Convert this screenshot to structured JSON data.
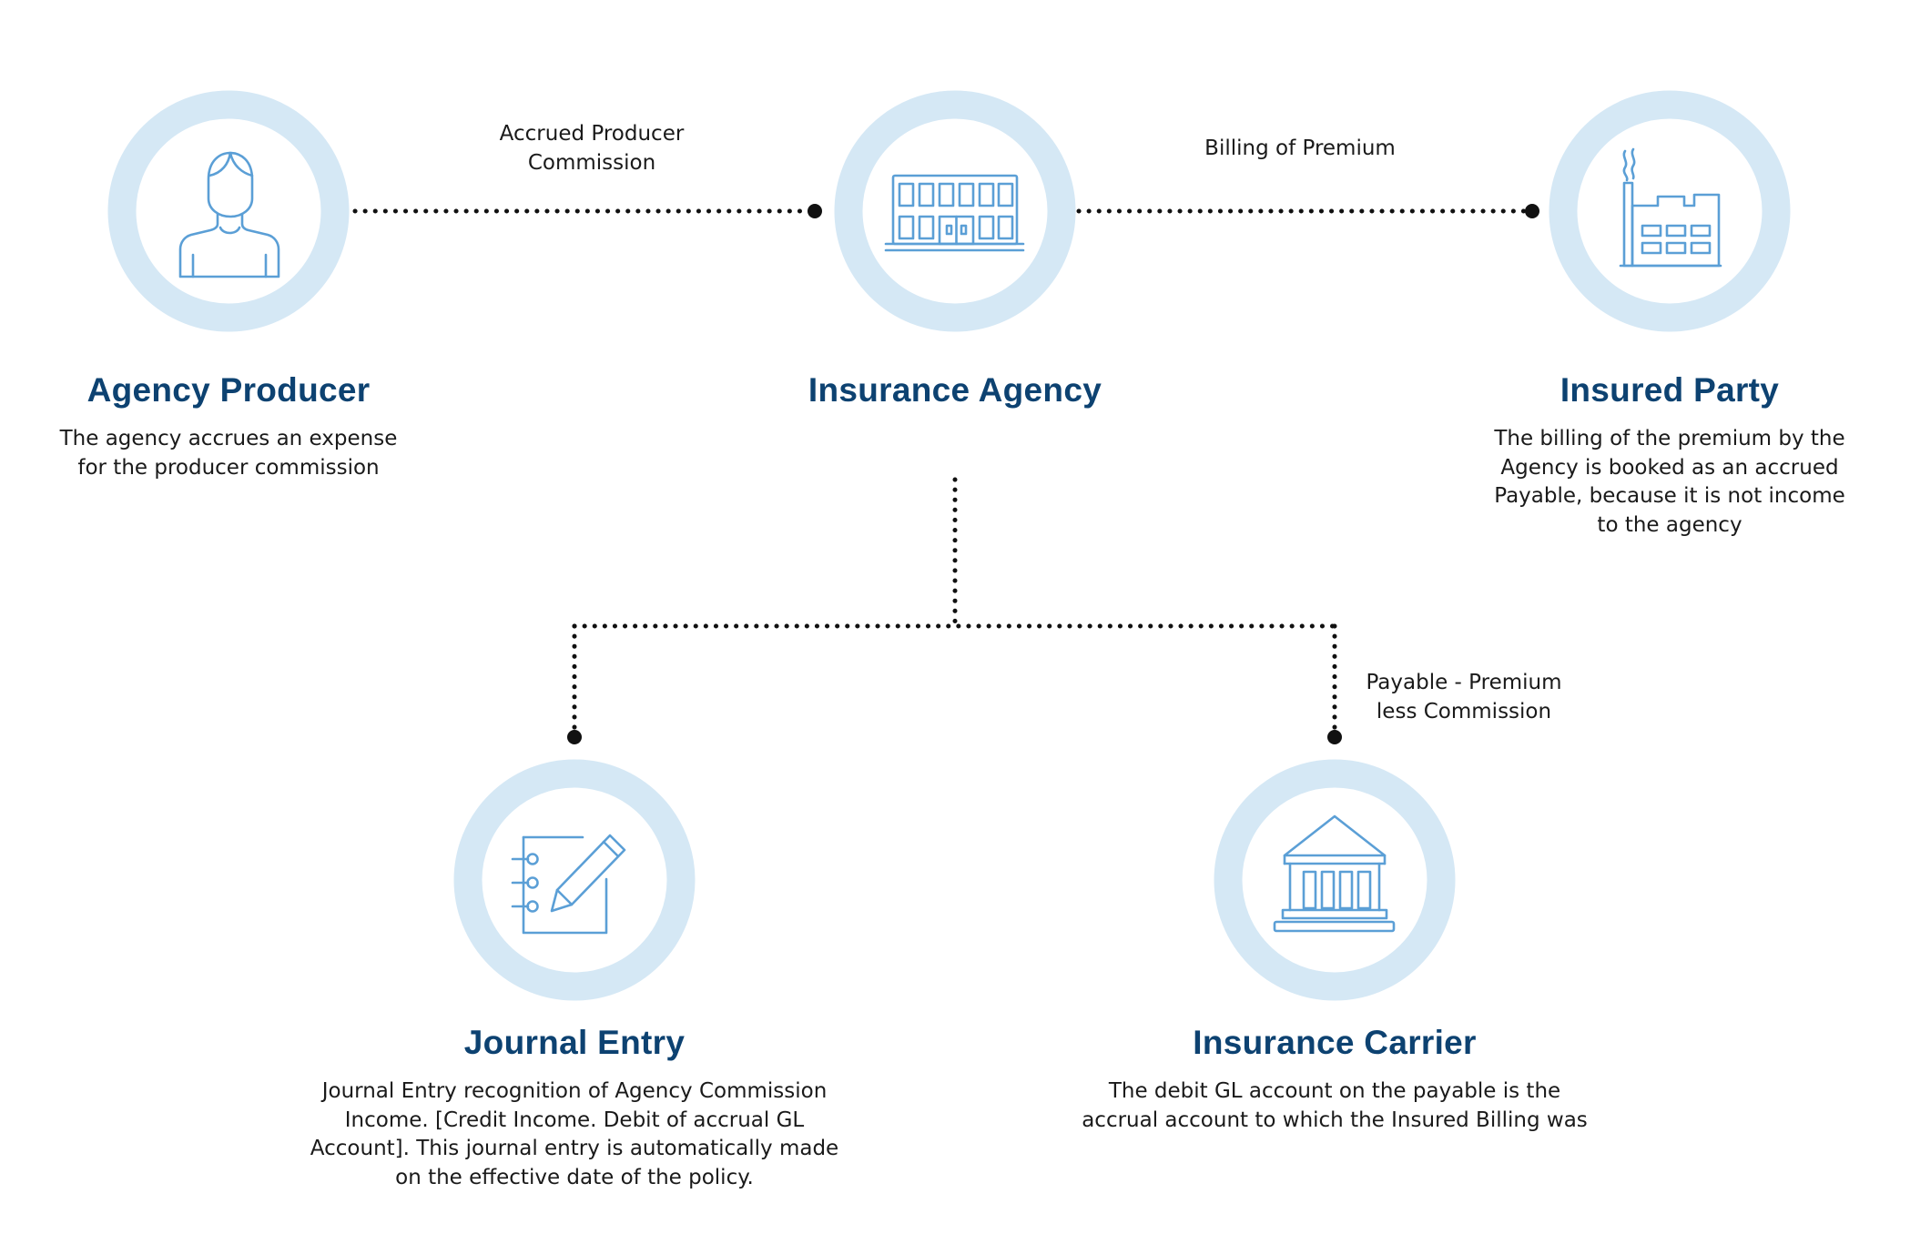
{
  "nodes": {
    "agency_producer": {
      "title": "Agency Producer",
      "desc": [
        "The agency accrues an expense",
        "for the producer commission"
      ],
      "icon": "person-icon"
    },
    "insurance_agency": {
      "title": "Insurance Agency",
      "icon": "office-building-icon"
    },
    "insured_party": {
      "title": "Insured Party",
      "desc": [
        "The billing of the premium by the",
        "Agency is booked as an accrued",
        "Payable, because it is not income",
        "to the agency"
      ],
      "icon": "factory-icon"
    },
    "journal_entry": {
      "title": "Journal Entry",
      "desc": [
        "Journal Entry recognition of Agency Commission",
        "Income. [Credit Income. Debit of accrual GL",
        "Account]. This journal entry is automatically made",
        "on the effective date of the policy."
      ],
      "icon": "notebook-pen-icon"
    },
    "insurance_carrier": {
      "title": "Insurance Carrier",
      "desc": [
        "The debit GL account on the payable is the",
        "accrual account to which the Insured Billing was"
      ],
      "icon": "bank-icon"
    }
  },
  "edges": {
    "producer_agency": [
      "Accrued Producer",
      "Commission"
    ],
    "agency_insured": [
      "Billing of Premium"
    ],
    "agency_carrier": [
      "Payable - Premium",
      "less Commission"
    ]
  },
  "colors": {
    "ring": "#d5e8f5",
    "icon": "#5b9fd6",
    "title": "#0d4271",
    "text": "#1a1a1a",
    "connector": "#111111"
  }
}
